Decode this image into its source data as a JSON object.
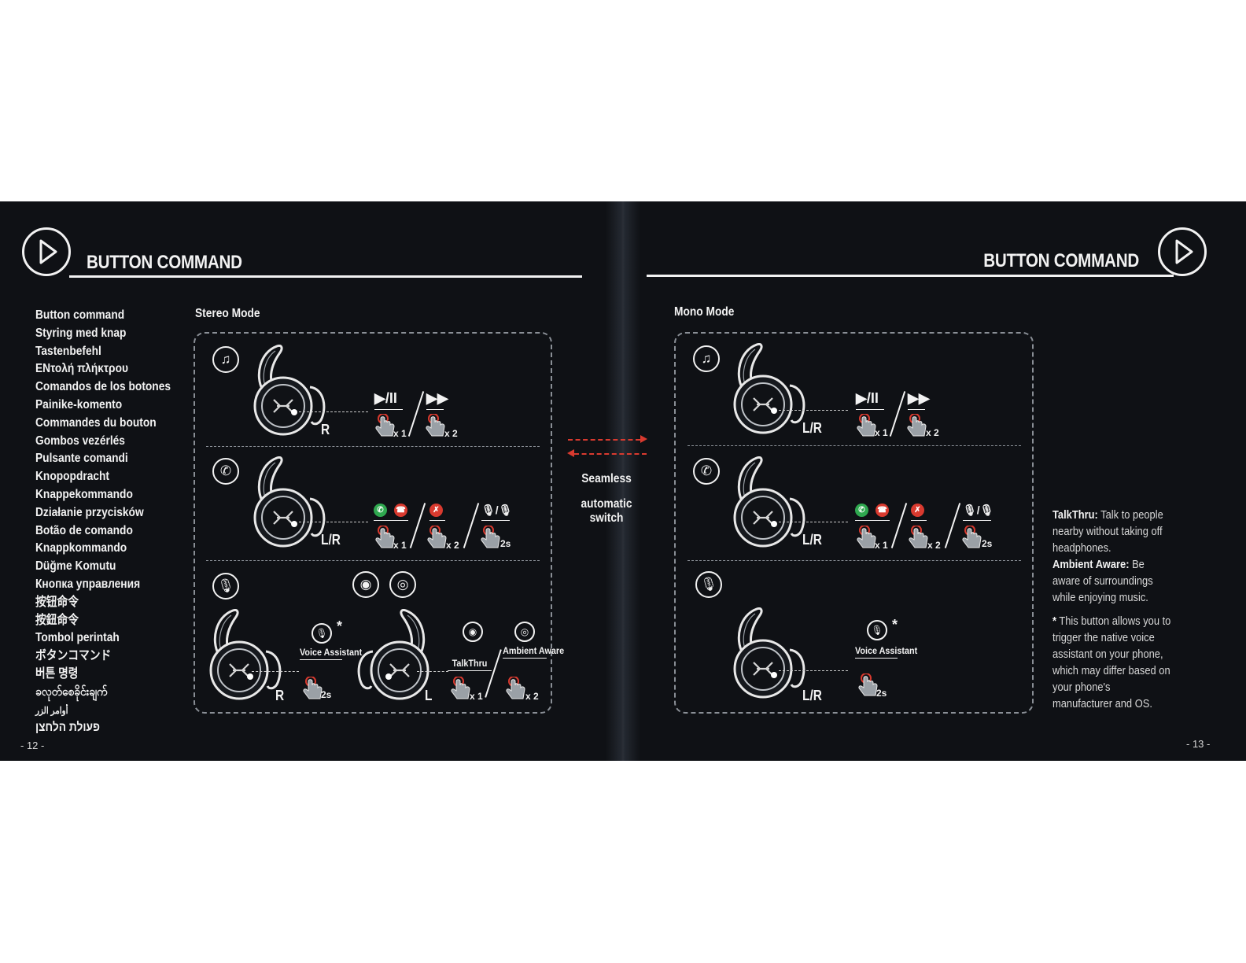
{
  "left_page": {
    "title": "BUTTON COMMAND",
    "page_number": "- 12 -",
    "languages": [
      "Button command",
      "Styring med knap",
      "Tastenbefehl",
      "ENτολή πλήκτρου",
      "Comandos de los botones",
      "Painike-komento",
      "Commandes du bouton",
      "Gombos vezérlés",
      "Pulsante comandi",
      "Knopopdracht",
      "Knappekommando",
      "Działanie przycisków",
      "Botão de comando",
      "Knappkommando",
      "Düğme Komutu",
      "Кнопка управления",
      "按钮命令",
      "按鈕命令",
      "Tombol perintah",
      "ボタンコマンド",
      "버튼 명령",
      "ခလုတ်စေခိုင်းချက်",
      "أوامر الزر",
      "פעולת הלחצן"
    ],
    "mode_label": "Stereo Mode",
    "music_row": {
      "side": "R",
      "count1": "x 1",
      "count2": "x 2"
    },
    "call_row": {
      "side": "L/R",
      "count1": "x 1",
      "count2": "x 2",
      "hold": "2s"
    },
    "voice_row": {
      "side_r": "R",
      "side_l": "L",
      "voice_label": "Voice Assistant",
      "hold": "2s",
      "talkthru_label": "TalkThru",
      "ambient_label": "Ambient Aware",
      "count1": "x 1",
      "count2": "x 2",
      "asterisk": "*"
    }
  },
  "center": {
    "line1": "Seamless",
    "line2": "automatic switch"
  },
  "right_page": {
    "title": "BUTTON COMMAND",
    "page_number": "- 13 -",
    "mode_label": "Mono Mode",
    "music_row": {
      "side": "L/R",
      "count1": "x 1",
      "count2": "x 2"
    },
    "call_row": {
      "side": "L/R",
      "count1": "x 1",
      "count2": "x 2",
      "hold": "2s"
    },
    "voice_row": {
      "side": "L/R",
      "voice_label": "Voice Assistant",
      "hold": "2s",
      "asterisk": "*"
    },
    "notes": {
      "talkthru_term": "TalkThru:",
      "talkthru_text": " Talk to people nearby without taking off headphones.",
      "ambient_term": "Ambient Aware:",
      "ambient_text": " Be aware of surroundings while enjoying music.",
      "footnote_mark": "*",
      "footnote_text": " This button allows you to trigger the native voice assistant on your phone, which may differ based on your phone's manufacturer and OS."
    }
  },
  "colors": {
    "background": "#0f1115",
    "foreground": "#f2f2f2",
    "accent_red": "#d93a2f",
    "accept_green": "#2fa84f"
  },
  "icons": {
    "music": "music-note-icon",
    "call": "phone-icon",
    "voice": "microphone-icon",
    "play_pause": "play-pause-icon",
    "next": "fast-forward-icon",
    "accept": "phone-accept-icon",
    "reject": "phone-reject-icon",
    "mute": "mic-mute-icon",
    "talkthru": "talkthru-icon",
    "ambient": "ambient-aware-icon",
    "tap": "finger-tap-icon"
  }
}
